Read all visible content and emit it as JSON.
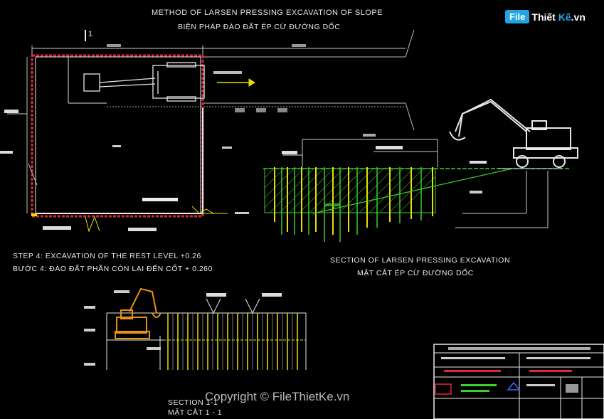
{
  "logo": {
    "brand": "File",
    "rest_a": "Thiết ",
    "rest_b": "Kế",
    "suffix": ".vn"
  },
  "title_en": "METHOD OF LARSEN PRESSING EXCAVATION OF SLOPE",
  "title_vi": "BIỆN PHÁP ĐÀO ĐẤT ÉP CỪ ĐƯỜNG DỐC",
  "section_mark": "1",
  "step4_en": "STEP 4: EXCAVATION OF THE REST LEVEL +0.26",
  "step4_vi": "BƯỚC 4: ĐÀO ĐẤT PHẦN CÒN LẠI ĐẾN CỐT + 0.260",
  "section_en": "SECTION OF LARSEN PRESSING EXCAVATION",
  "section_vi": "MẶT CẮT ÉP CỪ ĐƯỜNG DỐC",
  "section11_en": "SECTION 1-1",
  "section11_vi": "MẶT CẮT 1 - 1",
  "watermark": "Copyright © FileThietKe.vn",
  "colors": {
    "red": "#e0263a",
    "yellow": "#e8e000",
    "green": "#39d12b",
    "orange": "#e89012",
    "white": "#e8e8e8",
    "blue": "#3a6cf0"
  }
}
